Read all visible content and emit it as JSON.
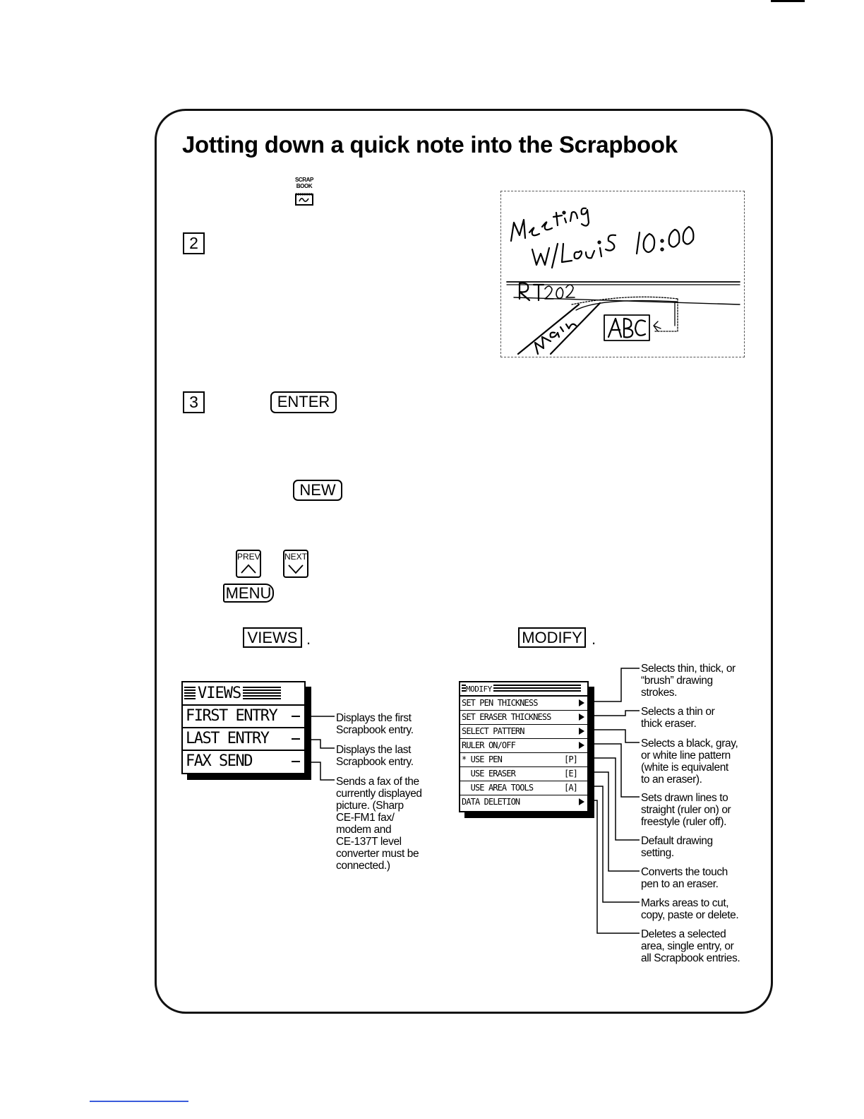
{
  "page": {
    "title": "Jotting down a quick note into the Scrapbook"
  },
  "scrapbook_icon": {
    "line1": "SCRAP",
    "line2": "BOOK",
    "icon": "scrapbook-icon"
  },
  "steps": [
    {
      "number": "2"
    },
    {
      "number": "3"
    }
  ],
  "keys": {
    "enter": "ENTER",
    "new": "NEW",
    "prev": "PREV",
    "next": "NEXT",
    "menu": "MENU",
    "views": "VIEWS",
    "modify": "MODIFY",
    "period": "."
  },
  "sketch": {
    "lines": [
      "Meeting",
      "W/Louis",
      "10:00",
      "RT202",
      "Main",
      "ABC"
    ]
  },
  "views_menu": {
    "title": "VIEWS",
    "items": [
      {
        "label": "FIRST ENTRY",
        "desc": "Displays the first\nScrapbook entry."
      },
      {
        "label": "LAST ENTRY",
        "desc": "Displays the last\nScrapbook entry."
      },
      {
        "label": "FAX SEND",
        "desc": "Sends a fax of the\ncurrently displayed\npicture. (Sharp\nCE-FM1 fax/\nmodem and\nCE-137T level\nconverter must be\nconnected.)"
      }
    ]
  },
  "modify_menu": {
    "title": "MODIFY",
    "items": [
      {
        "label": "SET PEN THICKNESS",
        "hotkey": ""
      },
      {
        "label": "SET ERASER THICKNESS",
        "hotkey": ""
      },
      {
        "label": "SELECT PATTERN",
        "hotkey": ""
      },
      {
        "label": "RULER ON/OFF",
        "hotkey": ""
      },
      {
        "label": "* USE PEN",
        "hotkey": "[P]"
      },
      {
        "label": "  USE ERASER",
        "hotkey": "[E]"
      },
      {
        "label": "  USE AREA TOOLS",
        "hotkey": "[A]"
      },
      {
        "label": "DATA DELETION",
        "hotkey": ""
      }
    ],
    "annotations": [
      "Selects thin, thick, or\n“brush” drawing\nstrokes.",
      "Selects a thin or\nthick eraser.",
      "Selects a black, gray,\nor white line pattern\n(white is equivalent\nto an eraser).",
      "Sets drawn lines to\nstraight (ruler on) or\nfreestyle (ruler off).",
      "Default drawing\nsetting.",
      "Converts the touch\npen to an eraser.",
      "Marks areas to cut,\ncopy, paste or delete.",
      "Deletes a selected\narea, single entry, or\nall Scrapbook entries."
    ]
  }
}
